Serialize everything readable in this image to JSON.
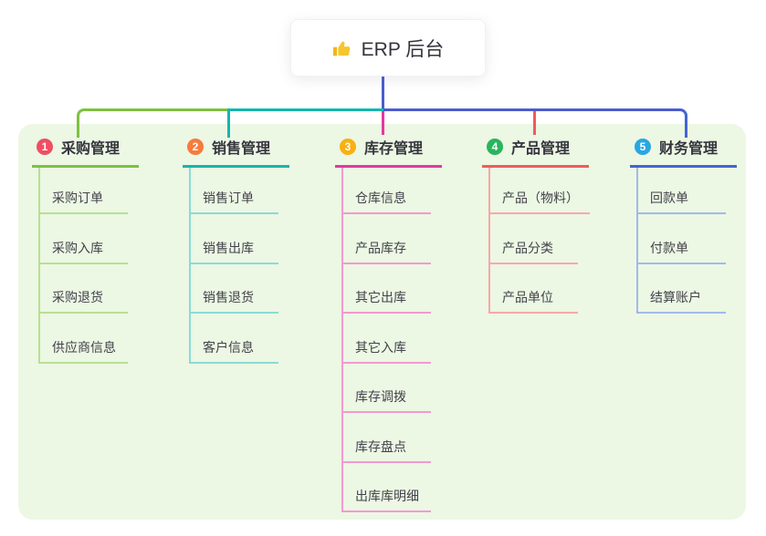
{
  "colors": {
    "panel": "#ecf7e4",
    "bus": "#4a5ccf"
  },
  "root_node": {
    "icon": "thumbs-up-icon",
    "label": "ERP 后台"
  },
  "branches": [
    {
      "num": "1",
      "title": "采购管理",
      "colors": {
        "main": "#7fc13f",
        "light": "#b9df92",
        "badge": "#ef4e63"
      },
      "children": [
        "采购订单",
        "采购入库",
        "采购退货",
        "供应商信息"
      ]
    },
    {
      "num": "2",
      "title": "销售管理",
      "colors": {
        "main": "#12b7ac",
        "light": "#8adcd5",
        "badge": "#f77b3d"
      },
      "children": [
        "销售订单",
        "销售出库",
        "销售退货",
        "客户信息"
      ]
    },
    {
      "num": "3",
      "title": "库存管理",
      "colors": {
        "main": "#e23a9e",
        "light": "#f29ace",
        "badge": "#f9b011"
      },
      "children": [
        "仓库信息",
        "产品库存",
        "其它出库",
        "其它入库",
        "库存调拨",
        "库存盘点",
        "出库库明细"
      ]
    },
    {
      "num": "4",
      "title": "产品管理",
      "colors": {
        "main": "#f15b5b",
        "light": "#f8a8a8",
        "badge": "#29b55e"
      },
      "children": [
        "产品（物料）",
        "产品分类",
        "产品单位"
      ]
    },
    {
      "num": "5",
      "title": "财务管理",
      "colors": {
        "main": "#4166d2",
        "light": "#a3b9e8",
        "badge": "#29a7e1"
      },
      "children": [
        "回款单",
        "付款单",
        "结算账户"
      ]
    }
  ]
}
